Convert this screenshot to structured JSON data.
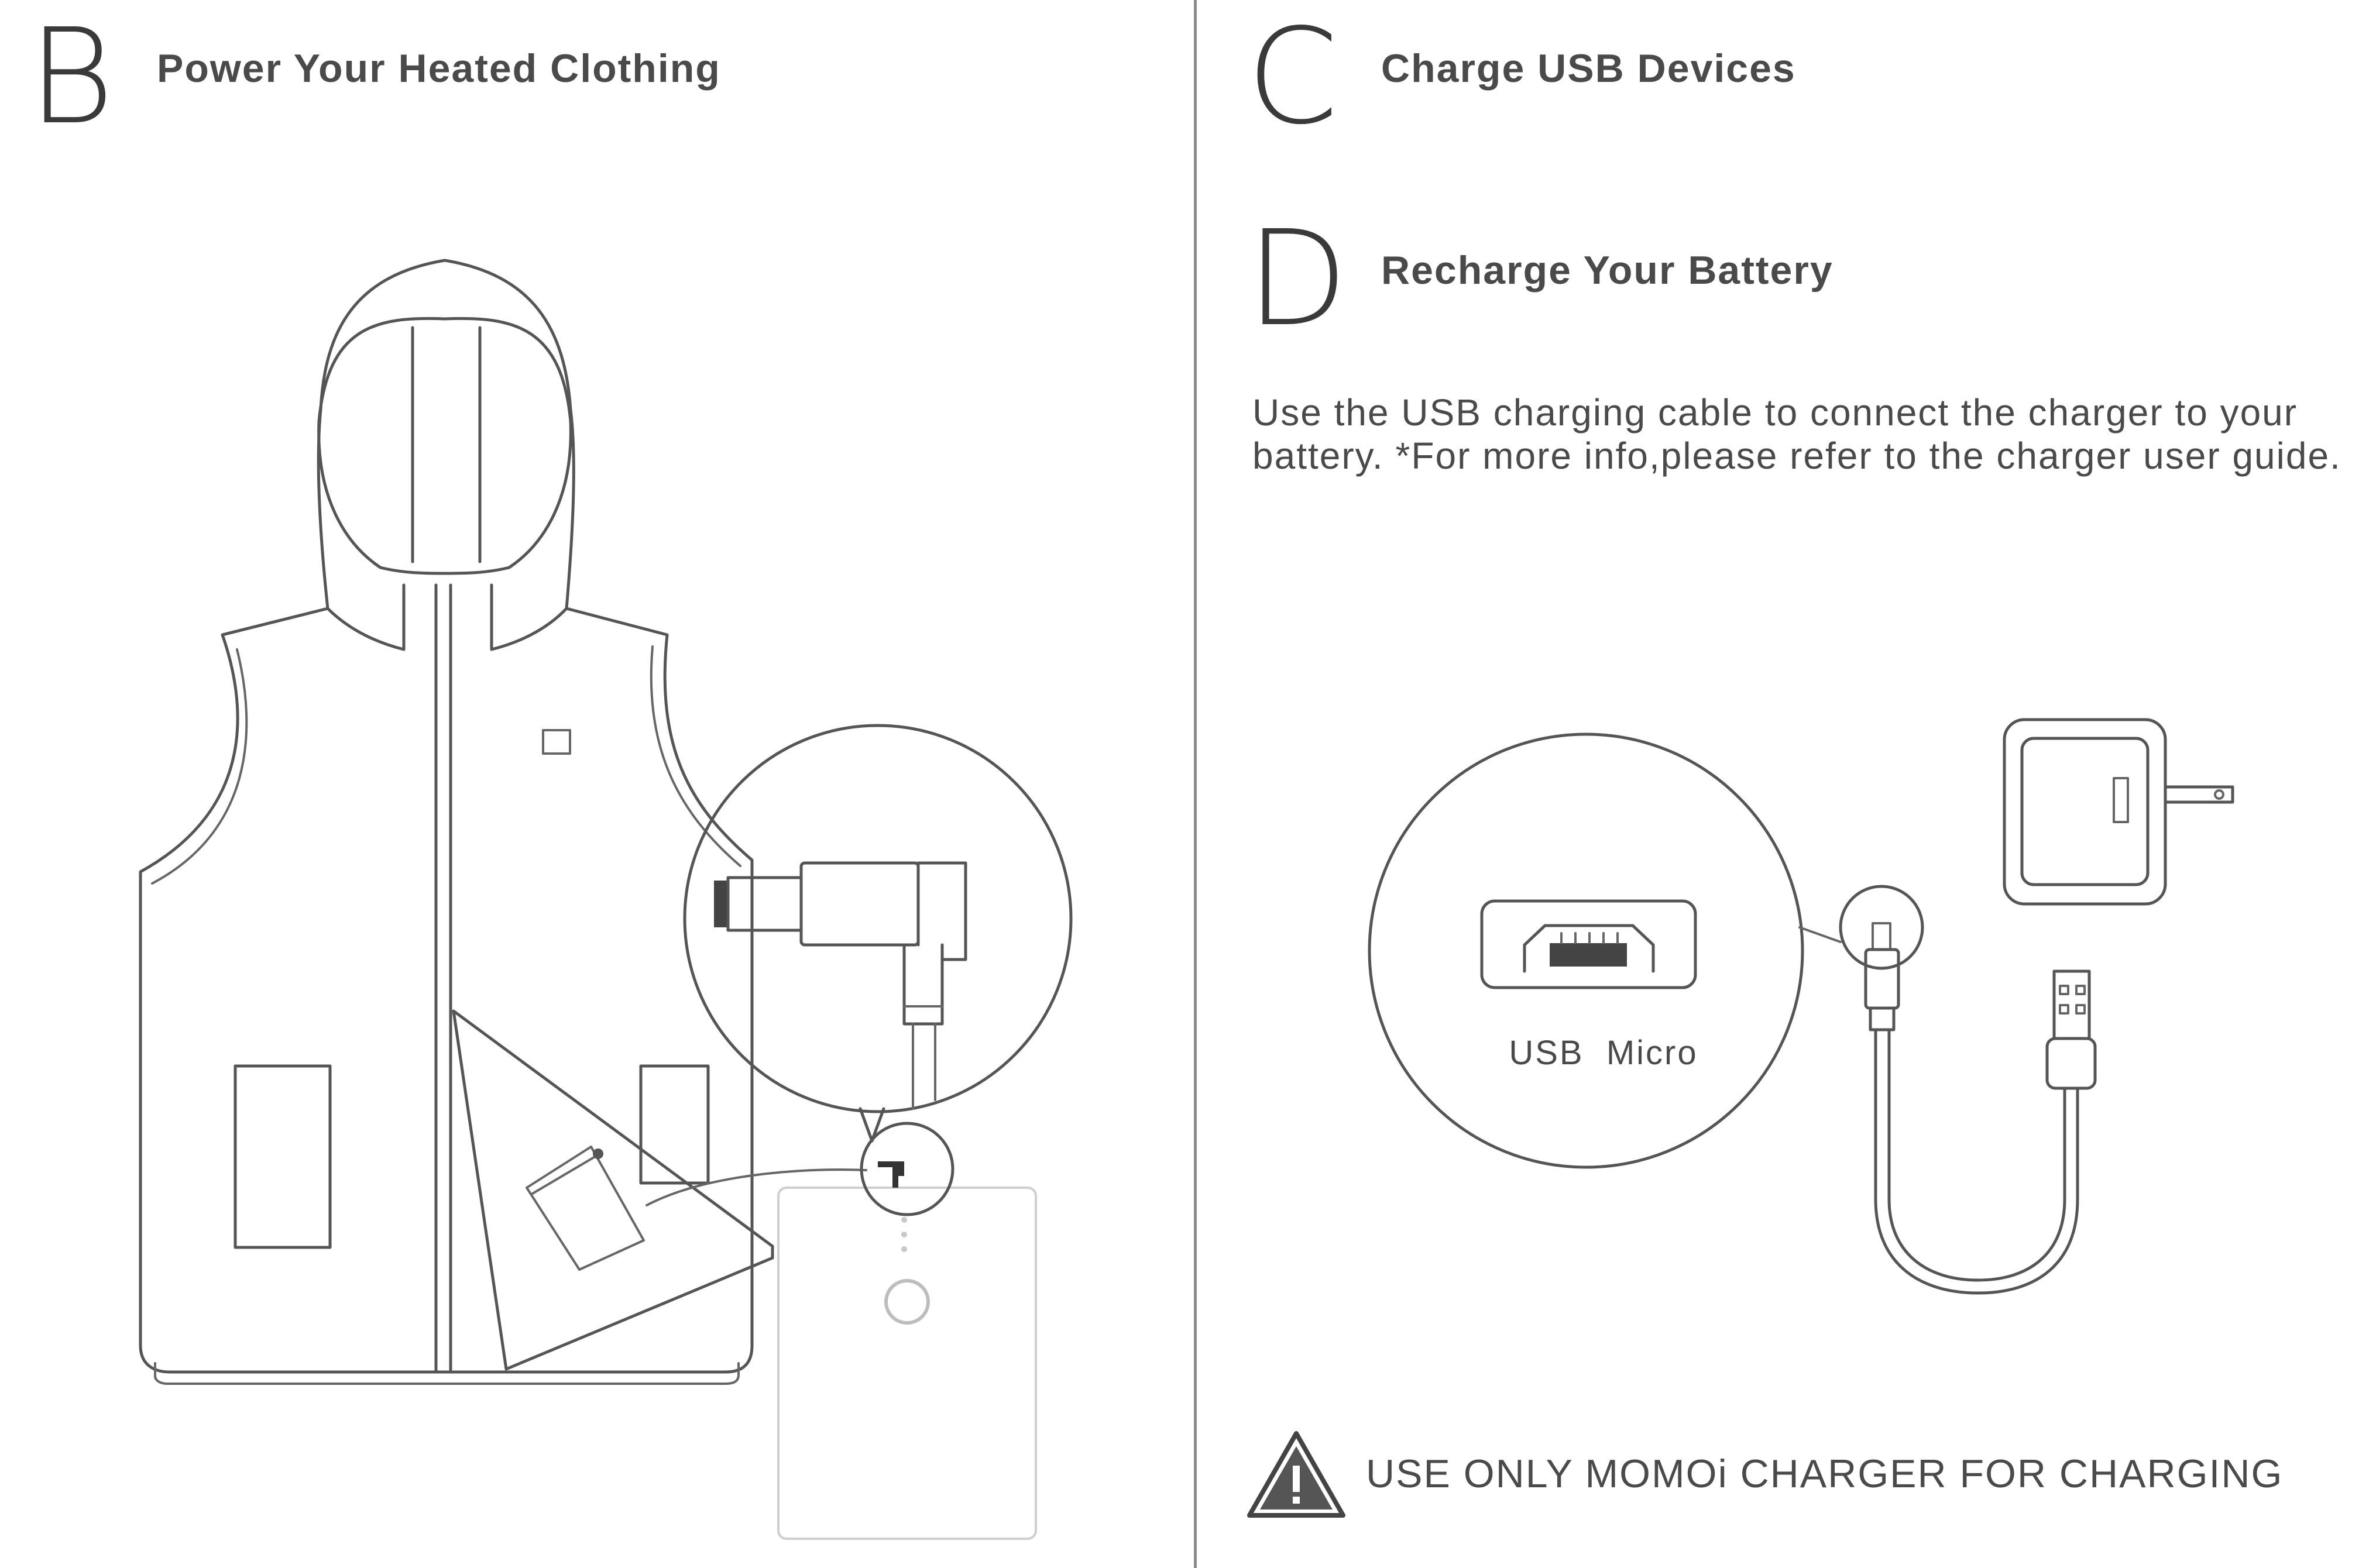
{
  "left": {
    "letter": "B",
    "title": "Power Your Heated Clothing"
  },
  "right": {
    "section_c": {
      "letter": "C",
      "title": "Charge USB Devices"
    },
    "section_d": {
      "letter": "D",
      "title": "Recharge Your Battery"
    },
    "instructions": "Use the USB charging cable to connect the charger to your battery. *For more info,please refer to the charger user guide.",
    "usb_label": "USB  Micro",
    "warning": "USE ONLY MOMOi CHARGER FOR CHARGING"
  },
  "icons": [
    "hooded-vest-illustration",
    "dc-connector-icon",
    "battery-pack-icon",
    "usb-micro-port-icon",
    "wall-charger-icon",
    "usb-cable-icon",
    "warning-triangle-icon"
  ],
  "colors": {
    "ink": "#4a4a4a",
    "line": "#555555",
    "divider": "#8a8a8a"
  }
}
